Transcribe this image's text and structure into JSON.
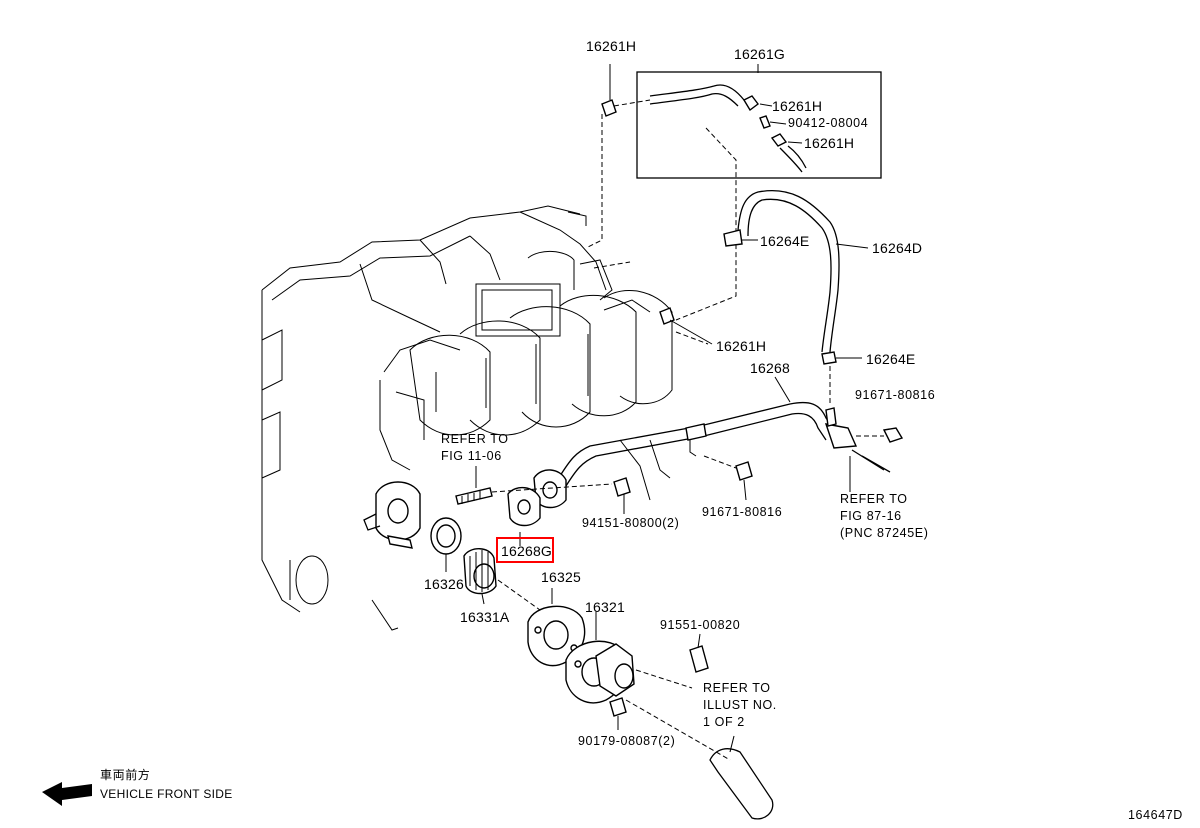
{
  "labels": {
    "p16261H_top": "16261H",
    "p16261G": "16261G",
    "p16261H_a": "16261H",
    "p90412": "90412-08004",
    "p16261H_b": "16261H",
    "p16264E_top": "16264E",
    "p16264D": "16264D",
    "p16261H_mid": "16261H",
    "p16264E_bot": "16264E",
    "p16268": "16268",
    "p91671_a": "91671-80816",
    "refer_fig11_line1": "REFER TO",
    "refer_fig11_line2": "FIG 11-06",
    "refer_fig87_line1": "REFER TO",
    "refer_fig87_line2": "FIG 87-16",
    "refer_fig87_line3": "(PNC 87245E)",
    "p94151": "94151-80800(2)",
    "p91671_b": "91671-80816",
    "p16268G": "16268G",
    "p16326": "16326",
    "p16325": "16325",
    "p16331A": "16331A",
    "p16321": "16321",
    "p91551": "91551-00820",
    "refer_illust_line1": "REFER TO",
    "refer_illust_line2": "ILLUST NO.",
    "refer_illust_line3": "1 OF 2",
    "p90179": "90179-08087(2)",
    "front_side_jp": "車両前方",
    "front_side_en": "VEHICLE FRONT SIDE",
    "figure_id": "164647D"
  },
  "highlight": {
    "label": "16268G",
    "color": "#ff0000"
  },
  "icons": {
    "direction_arrow": "left-arrow-icon"
  }
}
